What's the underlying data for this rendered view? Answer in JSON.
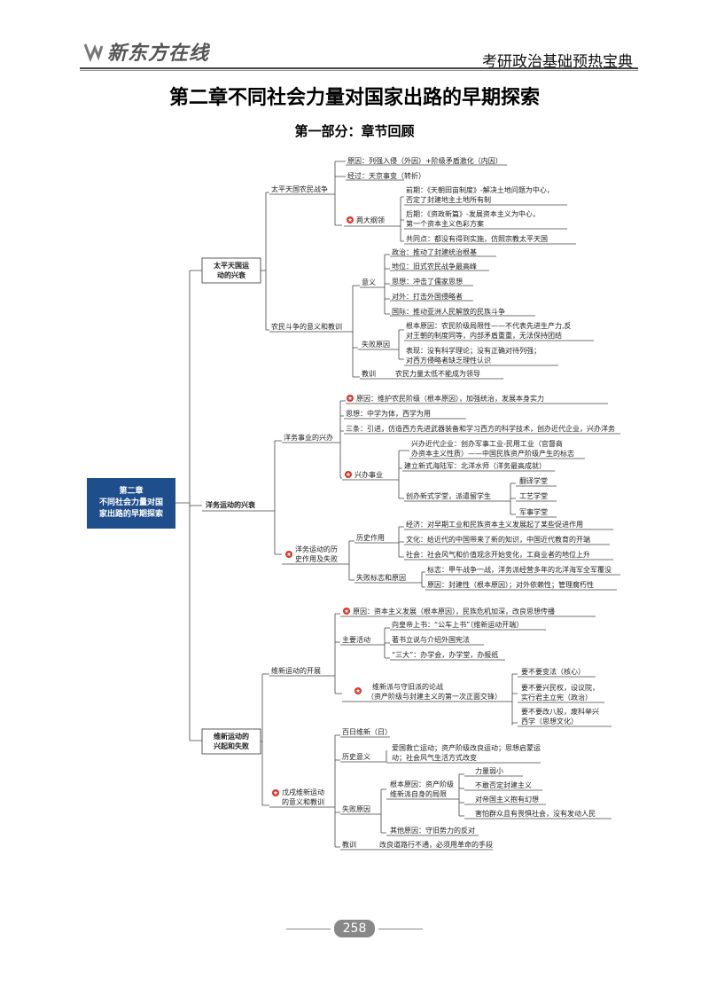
{
  "header": {
    "logo_text": "新东方在线",
    "book_title": "考研政治基础预热宝典"
  },
  "chapter_title": "第二章不同社会力量对国家出路的早期探索",
  "part_title": "第一部分：章节回顾",
  "mindmap": {
    "root": [
      "第二章",
      "不同社会力量对国",
      "家出路的早期探索"
    ],
    "taiping": {
      "label": [
        "太平天国运",
        "动的兴衰"
      ],
      "branch1": "太平天国农民战争",
      "b1_items": {
        "cause": "原因：列强入侵（外因）+阶级矛盾激化（内因）",
        "process": "经过：天京事变（转折）",
        "docs_label": "两大纲领",
        "doc1": [
          "前期：《天朝田亩制度》-解决土地问题为中心，",
          "否定了封建地主土地所有制"
        ],
        "doc2": [
          "后期：《资政新篇》-发展资本主义为中心，",
          "第一个资本主义色彩方案"
        ],
        "doc3": "共同点：都没有得到实施，仿照宗教太平天国"
      },
      "branch2": "农民斗争的意义和教训",
      "b2_items": {
        "meaning_label": "意义",
        "m1": "政治：推动了封建统治根基",
        "m2": "地位：旧式农民战争最高峰",
        "m3": "思想：冲击了儒家思想",
        "m4": "对外：打击外国侵略者",
        "m5": "国际：推动亚洲人民解放的民族斗争",
        "fail_label": "失败原因",
        "f1": [
          "根本原因：农民阶级局限性——不代表先进生产力,反",
          "对王朝的制度同等，内部矛盾重重，无法保持团结"
        ],
        "f2": [
          "表现：没有科学理论；没有正确对待列强；",
          "对西方侵略者缺乏理性认识"
        ],
        "lesson_label": "教训",
        "lesson": "农民力量太低不能成为领导"
      }
    },
    "yangwu": {
      "label": "洋务运动的兴衰",
      "branch1": "洋务事业的兴办",
      "b1_items": {
        "cause": "原因：维护农民阶级（根本原因），加强统治，发展本身实力",
        "thought": "思想：中学为体，西学为用",
        "three": "三条：引进，仿造西方先进武器装备和学习西方的科学技术，创办近代企业，兴办洋务",
        "enterprise_label": "兴办事业",
        "e1": [
          "兴办近代企业：创办军事工业-民用工业（官督商",
          "办资本主义性质）——中国民族资产阶级产生的标志"
        ],
        "e2": "建立新式海陆军：北洋水师（洋务最高成就）",
        "e3_label": "创办新式学堂，派遣留学生",
        "e3_items": [
          "翻译学堂",
          "工艺学堂",
          "军事学堂"
        ]
      },
      "branch2": [
        "洋务运动的历",
        "史作用及失败"
      ],
      "b2_items": {
        "hist_label": "历史作用",
        "h1": "经济：对早期工业和民族资本主义发展起了某些促进作用",
        "h2": "文化：给近代的中国带来了新的知识，中国近代教育的开端",
        "h3": "社会：社会风气和价值观念开始变化，工商业者的地位上升",
        "fail_label": "失败标志和原因",
        "fl1": "标志：甲午战争一战，洋务派经营多年的北洋海军全军覆没",
        "fl2": "原因：封建性（根本原因）；对外依赖性；管理腐朽性"
      }
    },
    "weixin": {
      "label": [
        "维新运动的",
        "兴起和失败"
      ],
      "branch1": "维新运动的开展",
      "b1_items": {
        "cause": "原因：资本主义发展（根本原因），民族危机加深，改良思想传播",
        "act_label": "主要活动",
        "a1": "向皇帝上书：“公车上书”（维新运动开端）",
        "a2": "著书立说与介绍外国宪法",
        "a3": "“三大”：办学会，办学堂，办报纸",
        "debate": [
          "维新派与守旧派的论战",
          "（资产阶级与封建主义的第一次正面交锋）"
        ],
        "d1": "要不要变法（核心）",
        "d2": [
          "要不要兴民权，设议院，",
          "实行君主立宪（政治）"
        ],
        "d3": [
          "要不要改八股，废科举兴",
          "西学（思想文化）"
        ]
      },
      "branch2": [
        "戊戌维新运动",
        "的意义和教训"
      ],
      "b2_items": {
        "hundred_days": "百日维新（日）",
        "hist_label": "历史意义",
        "h1": [
          "爱国救亡运动；资产阶级改良运动；思想启蒙运",
          "动；社会风气生活方式改变"
        ],
        "fail_label": "失败原因",
        "root_label": [
          "根本原因：资产阶级",
          "维新派自身的局限"
        ],
        "r1": "力量弱小",
        "r2": "不敢否定封建主义",
        "r3": "对帝国主义抱有幻想",
        "r4": "害怕群众且有畏惧社会，没有发动人民",
        "other": "其他原因：守旧势力的反对",
        "lesson_label": "教训",
        "lesson": "改良道路行不通，必须用革命的手段"
      }
    }
  },
  "page_number": "258"
}
